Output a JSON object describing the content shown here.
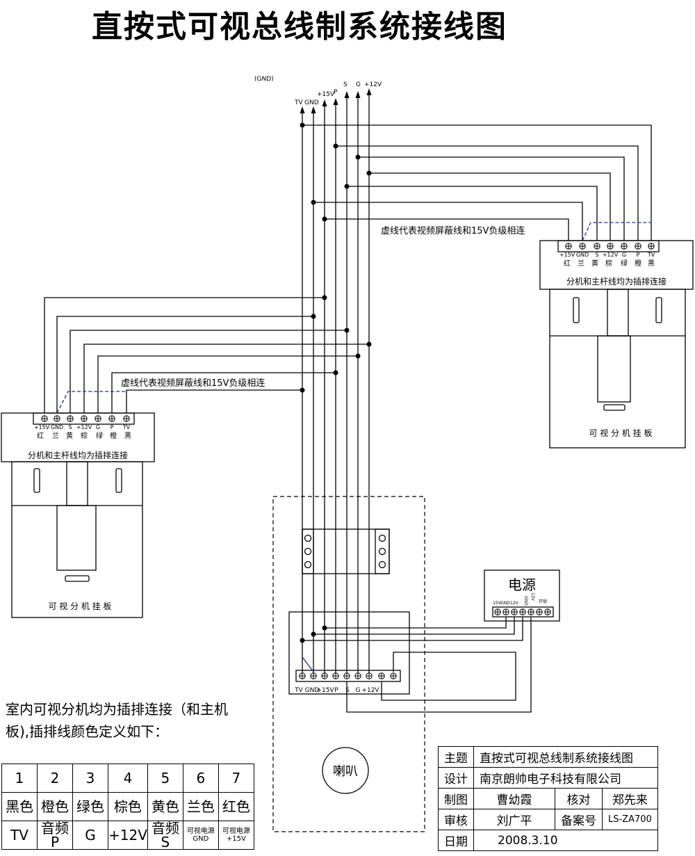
{
  "title": "直按式可视总线制系统接线图",
  "bus": {
    "gnd_paren": "(GND)",
    "labels": [
      "TV",
      "GND",
      "+15V",
      "P",
      "S",
      "G",
      "+12V"
    ]
  },
  "notes": {
    "shield": "虚线代表视频屏蔽线和15V负级相连",
    "plug": "分机和主杆线均为插排连接",
    "panel": "可 视 分 机 挂 板"
  },
  "terminal": {
    "labels": [
      "+15V",
      "GND",
      "S",
      "+12V",
      "G",
      "P",
      "TV"
    ],
    "colors": [
      "红",
      "兰",
      "黄",
      "棕",
      "绿",
      "橙",
      "黑"
    ]
  },
  "main_terminal": {
    "labels": [
      "TV",
      "GND",
      "+15V",
      "P",
      "S",
      "G",
      "+12V"
    ]
  },
  "power": {
    "title": "电源",
    "labels": [
      ".15V",
      "GND",
      "12V",
      "GND",
      "12V",
      "开锁"
    ]
  },
  "speaker": "喇叭",
  "note_text": "室内可视分机均为插排连接（和主机板),插排线颜色定义如下：",
  "color_table": {
    "numbers": [
      "1",
      "2",
      "3",
      "4",
      "5",
      "6",
      "7"
    ],
    "colors": [
      "黑色",
      "橙色",
      "绿色",
      "棕色",
      "黄色",
      "兰色",
      "红色"
    ],
    "signals": [
      "TV",
      "音频P",
      "G",
      "+12V",
      "音频S",
      "可视电源GND",
      "可视电源+15V"
    ]
  },
  "info": {
    "subject_label": "主题",
    "subject": "直按式可视总线制系统接线图",
    "design_label": "设计",
    "design": "南京朗帅电子科技有限公司",
    "draw_label": "制图",
    "draw": "曹幼霞",
    "check_label": "核对",
    "check": "郑先来",
    "review_label": "审核",
    "review": "刘广平",
    "record_label": "备案号",
    "record": "LS-ZA700",
    "date_label": "日期",
    "date": "2008.3.10"
  }
}
